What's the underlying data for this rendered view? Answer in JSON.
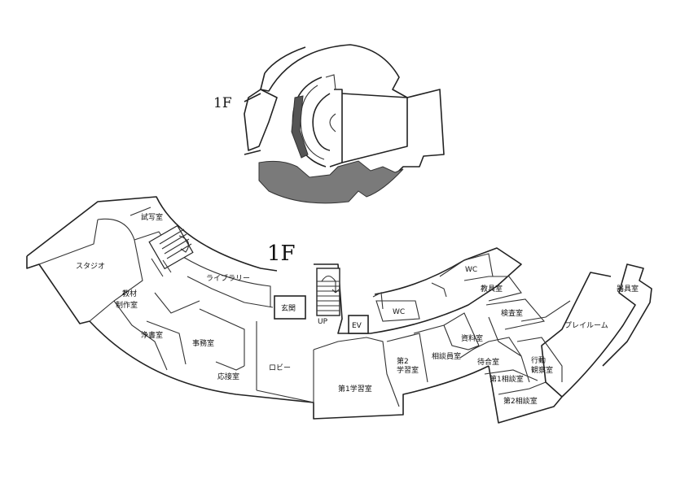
{
  "floor_label_main": "1F",
  "floor_label_key": "1F",
  "rooms": {
    "shishashitsu": "試写室",
    "studio": "スタジオ",
    "library": "ライブラリー",
    "kyozai_1": "教材",
    "kyozai_2": "制作室",
    "genkan": "玄関",
    "up": "UP",
    "ev": "EV",
    "wc_lower": "WC",
    "wc_upper": "WC",
    "kyogu": "教具室",
    "kensa": "検査室",
    "kigu": "器具室",
    "playroom": "プレイルーム",
    "josho": "浄書室",
    "jimu": "事務室",
    "oosetsu": "応接室",
    "lobby": "ロビー",
    "gakushu1": "第1学習室",
    "gakushu2_1": "第2",
    "gakushu2_2": "学習室",
    "soudanin": "相談員室",
    "shiryo": "資料室",
    "machiai": "待合室",
    "soudan1": "第1相談室",
    "soudan2": "第2相談室",
    "kodo_1": "行動",
    "kodo_2": "観察室"
  },
  "colors": {
    "line": "#222222",
    "highlight": "#7a7a7a"
  }
}
